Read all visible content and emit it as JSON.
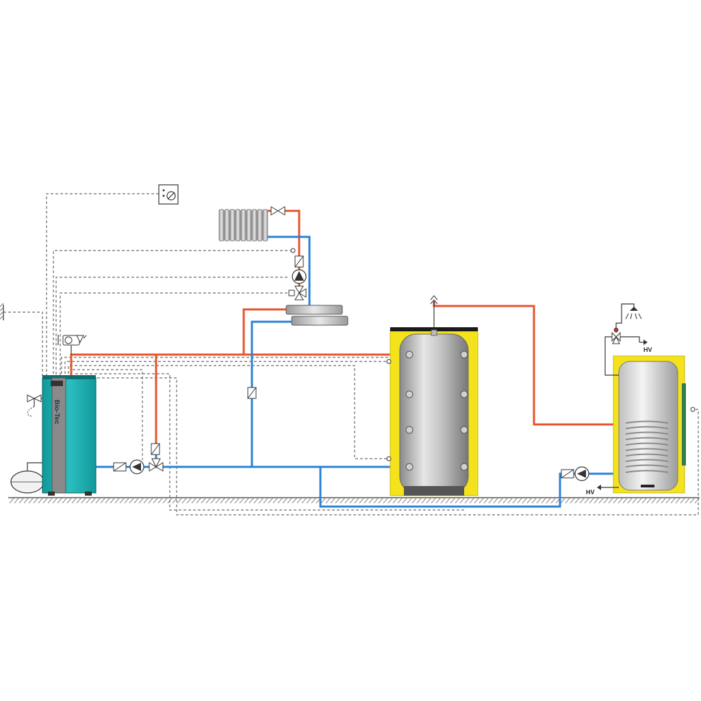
{
  "boiler": {
    "brand": "Bio-Tec"
  },
  "dhw": {
    "outlet_label": "HV",
    "inlet_label": "HV"
  },
  "colors": {
    "hot": "#e4532b",
    "cold": "#2a82d6",
    "signal": "#6a6a6a",
    "boiler_body": "#17a7a9",
    "insulation": "#f3e21c"
  },
  "icons": [
    "thermostat-icon",
    "radiator-icon",
    "valve-icon",
    "pump-icon",
    "mixing-valve-icon",
    "non-return-valve-icon",
    "expansion-vessel-icon",
    "shower-icon",
    "air-vent-icon",
    "temperature-sensor-icon",
    "outdoor-sensor-icon"
  ]
}
